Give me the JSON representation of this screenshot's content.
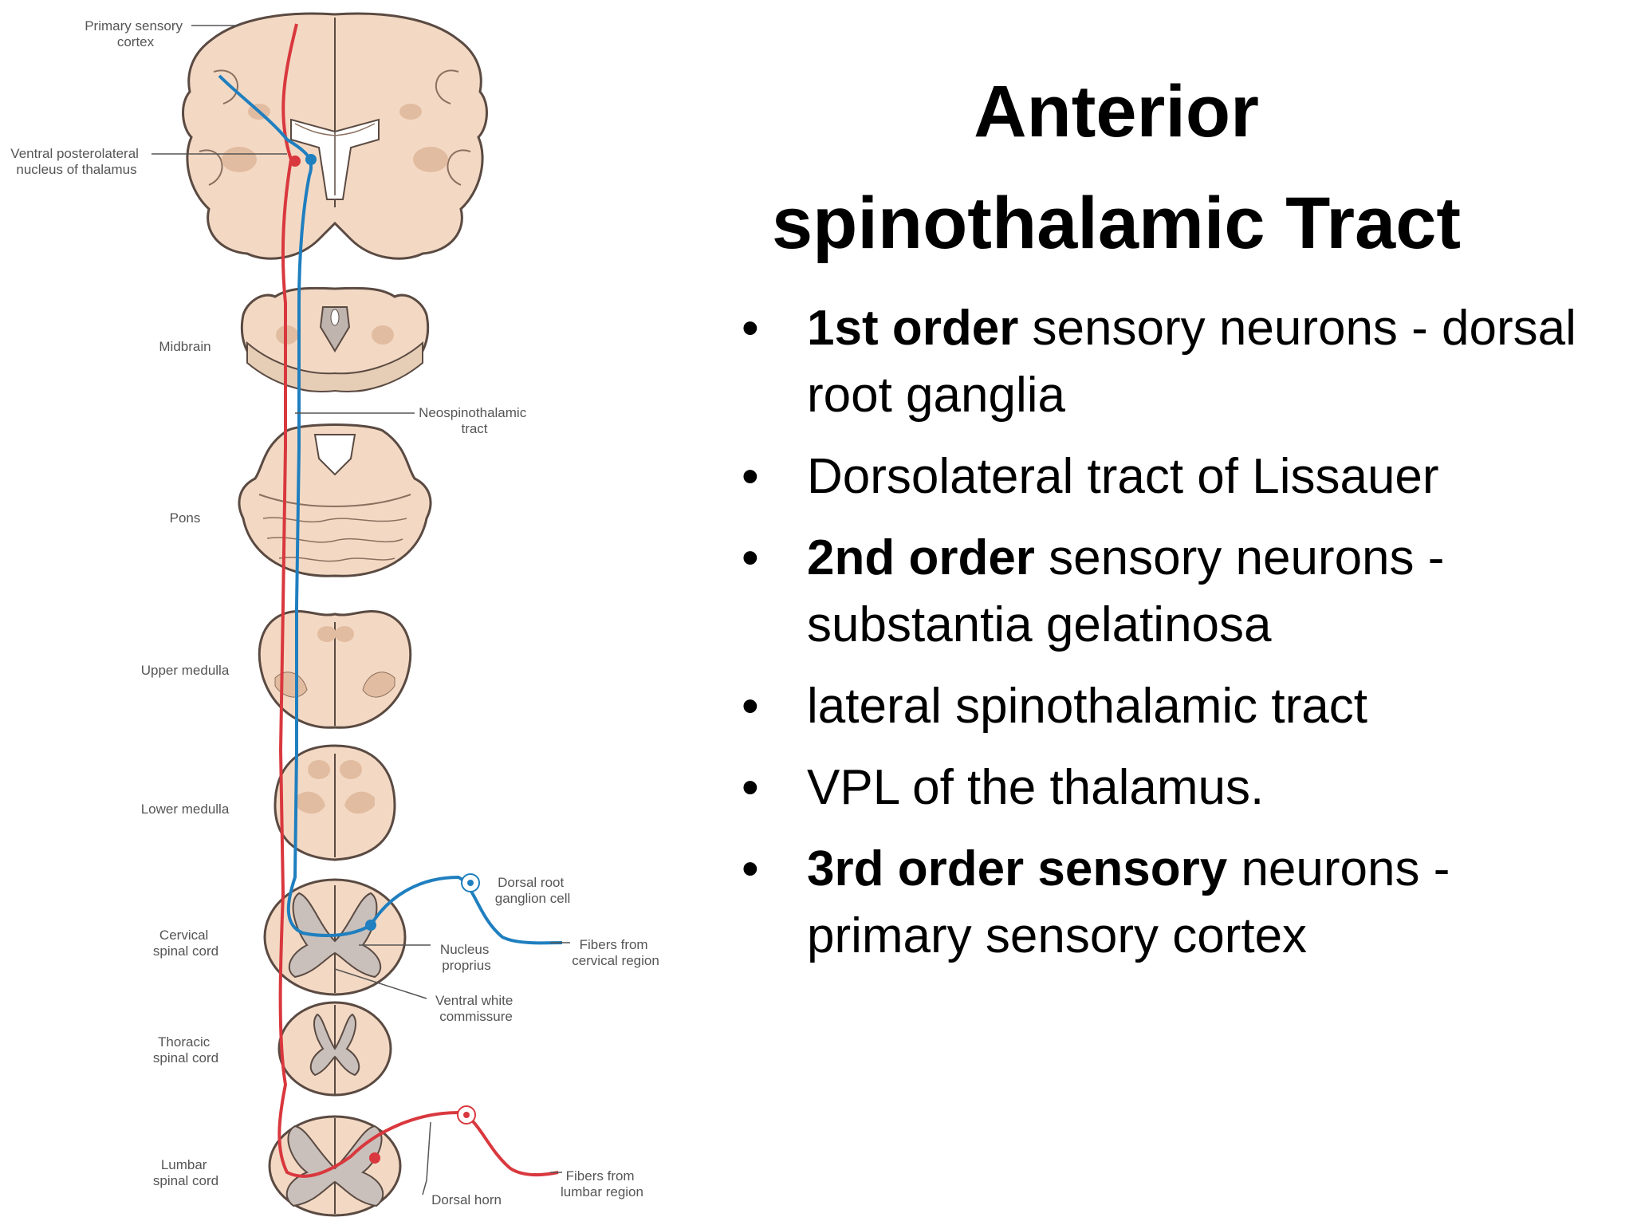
{
  "title": {
    "line1": "Anterior",
    "line2": "spinothalamic Tract"
  },
  "bullets": [
    {
      "bold": "1st  order",
      "rest": " sensory neurons - dorsal root ganglia"
    },
    {
      "bold": "",
      "rest": "Dorsolateral tract of Lissauer"
    },
    {
      "bold": "2nd  order",
      "rest": " sensory neurons - substantia gelatinosa"
    },
    {
      "bold": "",
      "rest": "lateral spinothalamic tract"
    },
    {
      "bold": "",
      "rest": "VPL of the thalamus."
    },
    {
      "bold": "3rd  order sensory",
      "rest": " neurons - primary sensory cortex"
    }
  ],
  "bullet_symbol": "•",
  "diagram": {
    "labels": {
      "primary_sensory_cortex": [
        "Primary sensory",
        "cortex"
      ],
      "vpl": [
        "Ventral posterolateral",
        "nucleus of thalamus"
      ],
      "midbrain": [
        "Midbrain"
      ],
      "neospinothalamic": [
        "Neospinothalamic",
        "tract"
      ],
      "pons": [
        "Pons"
      ],
      "upper_medulla": [
        "Upper medulla"
      ],
      "lower_medulla": [
        "Lower medulla"
      ],
      "dorsal_root_ganglion": [
        "Dorsal root",
        "ganglion cell"
      ],
      "cervical": [
        "Cervical",
        "spinal cord"
      ],
      "fibers_cervical": [
        "Fibers from",
        "cervical region"
      ],
      "nucleus_proprius": [
        "Nucleus",
        "proprius"
      ],
      "ventral_white": [
        "Ventral white",
        "commissure"
      ],
      "thoracic": [
        "Thoracic",
        "spinal cord"
      ],
      "lumbar": [
        "Lumbar",
        "spinal cord"
      ],
      "dorsal_horn": [
        "Dorsal horn"
      ],
      "fibers_lumbar": [
        "Fibers from",
        "lumbar region"
      ]
    },
    "colors": {
      "red_tract": "#d9383e",
      "blue_tract": "#1f7fbf",
      "tissue": "#f3d9c4",
      "tissue_dark": "#e6c3a8",
      "outline": "#5a4a42",
      "grey_matter": "#c9c0bb"
    }
  }
}
